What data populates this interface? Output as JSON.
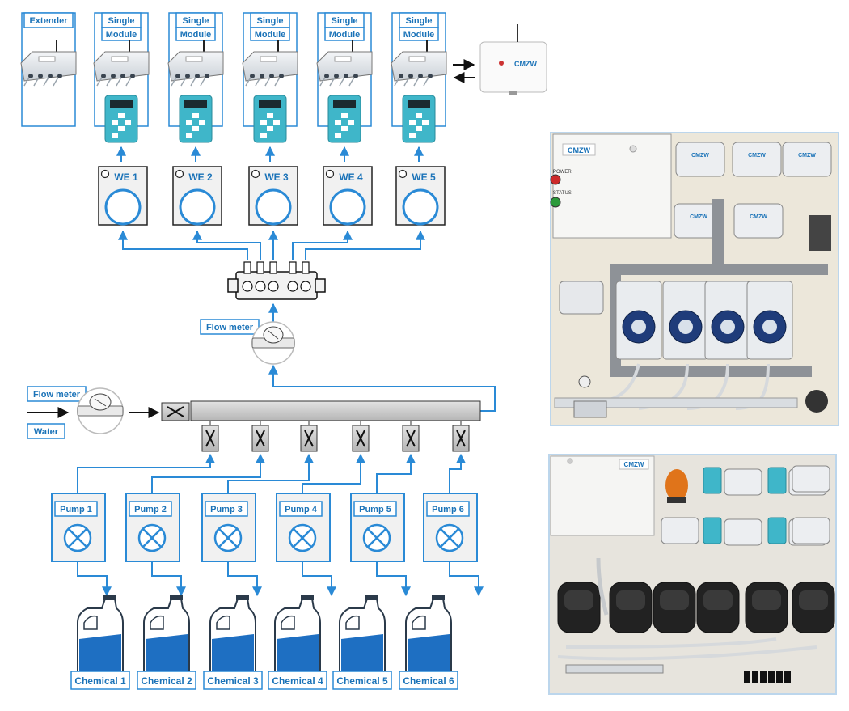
{
  "modules": [
    {
      "label_line1": "Extender",
      "label_line2": ""
    },
    {
      "label_line1": "Single",
      "label_line2": "Module"
    },
    {
      "label_line1": "Single",
      "label_line2": "Module"
    },
    {
      "label_line1": "Single",
      "label_line2": "Module"
    },
    {
      "label_line1": "Single",
      "label_line2": "Module"
    },
    {
      "label_line1": "Single",
      "label_line2": "Module"
    }
  ],
  "washers": [
    "WE 1",
    "WE 2",
    "WE 3",
    "WE 4",
    "WE 5"
  ],
  "flow_meter_upper": "Flow meter",
  "flow_meter_lower": "Flow meter",
  "water_label": "Water",
  "pumps": [
    "Pump 1",
    "Pump 2",
    "Pump 3",
    "Pump 4",
    "Pump 5",
    "Pump 6"
  ],
  "chemicals": [
    "Chemical 1",
    "Chemical 2",
    "Chemical 3",
    "Chemical 4",
    "Chemical 5",
    "Chemical 6"
  ],
  "device_brand": "CMZW",
  "panel_top": {
    "power_label": "POWER",
    "status_label": "STATUS"
  },
  "colors": {
    "accent": "#1b73b8",
    "line": "#2a8ad6",
    "controller": "#3fb6c9",
    "liquid": "#1e6fc2"
  }
}
